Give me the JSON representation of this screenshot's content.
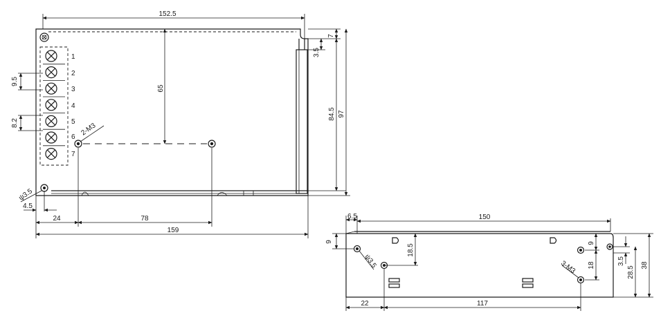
{
  "top_view": {
    "dims": {
      "width_top": "152.5",
      "height_inner": "65",
      "pitch_a": "9.5",
      "pitch_b": "8.2",
      "mount_label": "2-M3",
      "right_top": "7",
      "right_small": "3.5",
      "height_mid": "84.5",
      "height_total": "97",
      "hole": "ψ3.5",
      "edge_offset": "4.5",
      "hole_x": "24",
      "hole_spacing": "78",
      "length_total": "159"
    },
    "terminals": [
      "1",
      "2",
      "3",
      "4",
      "5",
      "6",
      "7"
    ]
  },
  "side_view": {
    "dims": {
      "left_offset": "6.5",
      "length": "150",
      "top_offset": "9",
      "hole": "ψ3.5",
      "hole_height": "18.5",
      "right_top": "9",
      "right_spacing": "18",
      "mount_label": "3-M3",
      "right_small": "3.5",
      "right_mid": "28.5",
      "height": "38",
      "bottom_left": "22",
      "bottom_spacing": "117"
    }
  }
}
